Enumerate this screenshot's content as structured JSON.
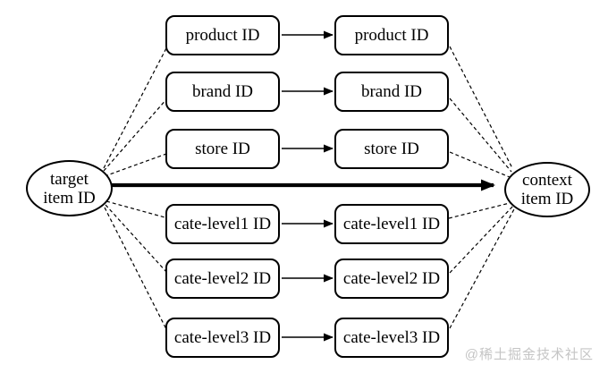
{
  "diagram": {
    "title_semantics": "feature mapping between target item and context item",
    "source_node": {
      "line1": "target",
      "line2": "item ID"
    },
    "sink_node": {
      "line1": "context",
      "line2": "item ID"
    },
    "rows": [
      {
        "left": "product ID",
        "right": "product ID"
      },
      {
        "left": "brand ID",
        "right": "brand ID"
      },
      {
        "left": "store ID",
        "right": "store ID"
      },
      {
        "left": "cate-level1 ID",
        "right": "cate-level1 ID"
      },
      {
        "left": "cate-level2 ID",
        "right": "cate-level2 ID"
      },
      {
        "left": "cate-level3 ID",
        "right": "cate-level3 ID"
      }
    ],
    "colors": {
      "line": "#000000",
      "node_border": "#000000",
      "background": "#ffffff",
      "watermark": "#c5c5c5"
    }
  },
  "watermark": {
    "text": "@稀土掘金技术社区"
  }
}
